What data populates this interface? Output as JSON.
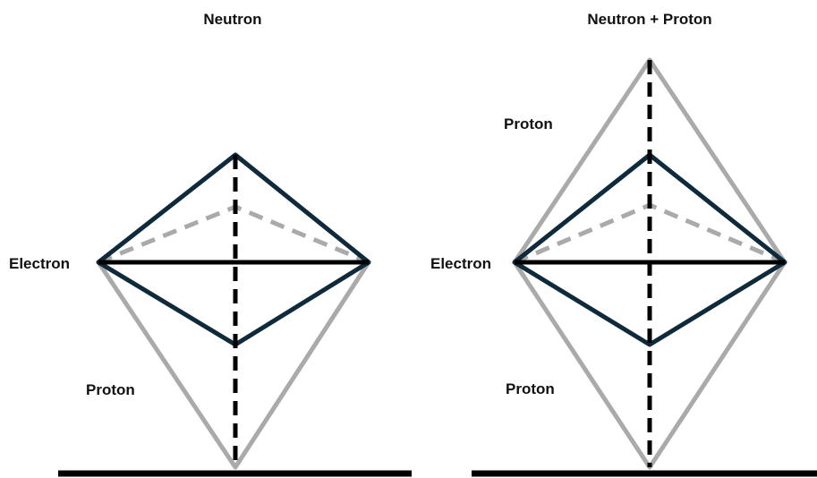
{
  "panels": [
    {
      "title": "Neutron",
      "electron_label": "Electron",
      "proton_label_lower": "Proton"
    },
    {
      "title": "Neutron + Proton",
      "electron_label": "Electron",
      "proton_label_upper": "Proton",
      "proton_label_lower": "Proton"
    }
  ],
  "colors": {
    "dark_outline": "#0f2a3a",
    "proton_gray": "#aaaaaa",
    "dashed_gray": "#aaaaaa",
    "black": "#000000"
  }
}
